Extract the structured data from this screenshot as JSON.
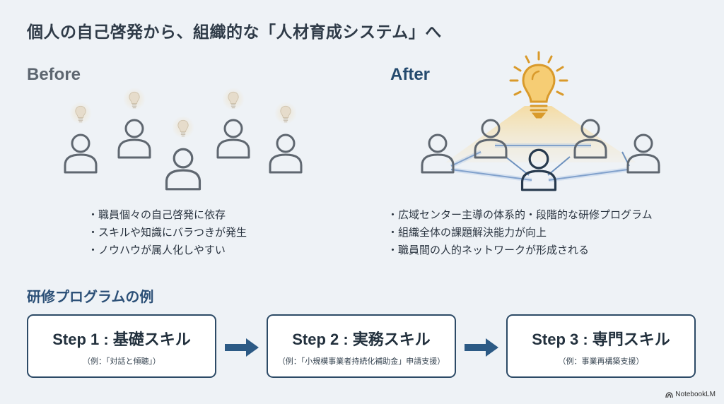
{
  "title": "個人の自己啓発から、組織的な「人材育成システム」へ",
  "before": {
    "label": "Before",
    "bullets": [
      "職員個々の自己啓発に依存",
      "スキルや知識にバラつきが発生",
      "ノウハウが属人化しやすい"
    ]
  },
  "after": {
    "label": "After",
    "bullets": [
      "広域センター主導の体系的・段階的な研修プログラム",
      "組織全体の課題解決能力が向上",
      "職員間の人的ネットワークが形成される"
    ]
  },
  "program": {
    "heading": "研修プログラムの例",
    "steps": [
      {
        "title": "Step 1 : 基礎スキル",
        "note": "（例：「対話と傾聴」）"
      },
      {
        "title": "Step 2 : 実務スキル",
        "note": "（例：「小規模事業者持続化補助金」申請支援）"
      },
      {
        "title": "Step 3 : 専門スキル",
        "note": "（例：事業再構築支援）"
      }
    ]
  },
  "colors": {
    "accent_blue": "#2c5077",
    "bulb_gold": "#d99a2b",
    "person_gray": "#5f6770",
    "network_blue": "#5e86b8"
  },
  "brand": "NotebookLM"
}
